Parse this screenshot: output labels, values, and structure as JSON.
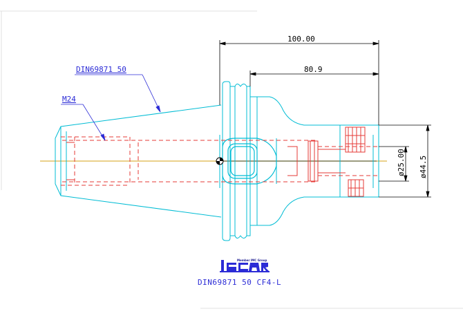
{
  "labels": {
    "dim_total_length": "100.00",
    "dim_inner_length": "80.9",
    "dim_bore_diameter": "ø25.00",
    "dim_outer_diameter": "ø44.5",
    "leader_taper": "DIN69871 50",
    "leader_thread": "M24",
    "logo_tagline": "Member IMC Group",
    "part_caption": "DIN69871 50 CF4-L"
  },
  "colors": {
    "outline": "#00bcd4",
    "hidden": "#e53935",
    "dimension": "#000000",
    "leader": "#2b2bd6",
    "centerline": "#d4a017",
    "frame": "#d0d0d0"
  },
  "icons": {
    "logo": "iscar-logo-icon",
    "origin": "origin-marker-icon"
  }
}
